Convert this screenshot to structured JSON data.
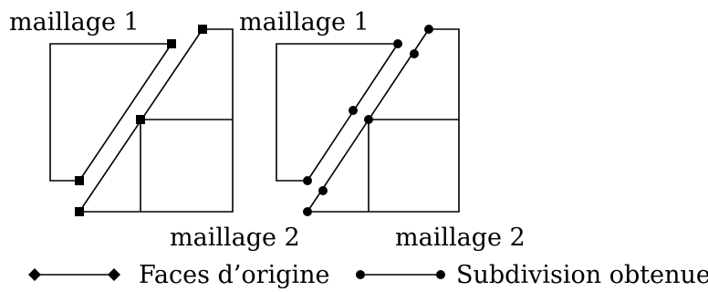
{
  "diagram": {
    "left_panel": {
      "label_top": "maillage 1",
      "label_bottom": "maillage 2",
      "marker": "square-marker"
    },
    "right_panel": {
      "label_top": "maillage 1",
      "label_bottom": "maillage 2",
      "marker": "circle-marker"
    },
    "legend": {
      "items": [
        {
          "label": "Faces d’origine",
          "marker": "diamond-marker"
        },
        {
          "label": "Subdivision obtenue",
          "marker": "circle-marker"
        }
      ]
    },
    "colors": {
      "ink": "#000000",
      "background": "#ffffff"
    }
  }
}
